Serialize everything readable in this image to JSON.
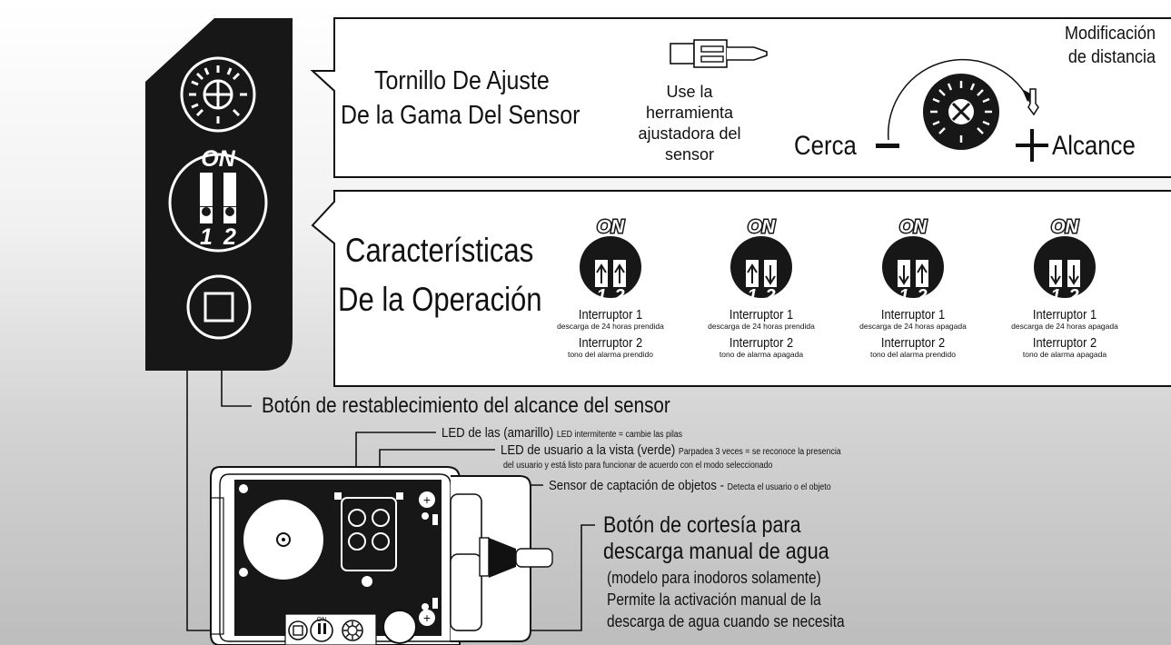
{
  "range_panel": {
    "title_line1": "Tornillo De Ajuste",
    "title_line2": "De la Gama Del Sensor",
    "tool_text": [
      "Use la",
      "herramienta",
      "ajustadora del",
      "sensor"
    ],
    "modification_line1": "Modificación",
    "modification_line2": "de distancia",
    "near_label": "Cerca",
    "far_label": "Alcance"
  },
  "operation_panel": {
    "title_line1": "Características",
    "title_line2": "De la Operación",
    "switch_on_label": "ON",
    "switch_numbers": [
      "1",
      "2"
    ],
    "settings": [
      {
        "switch1": "up",
        "switch2": "up",
        "s1_title": "Interruptor 1",
        "s1_desc": "descarga de 24 horas prendida",
        "s2_title": "Interruptor 2",
        "s2_desc": "tono del alarma prendido"
      },
      {
        "switch1": "up",
        "switch2": "down",
        "s1_title": "Interruptor 1",
        "s1_desc": "descarga de 24 horas prendida",
        "s2_title": "Interruptor 2",
        "s2_desc": "tono de alarma apagada"
      },
      {
        "switch1": "down",
        "switch2": "up",
        "s1_title": "Interruptor 1",
        "s1_desc": "descarga de  24 horas apagada",
        "s2_title": "Interruptor 2",
        "s2_desc": "tono del alarma prendido"
      },
      {
        "switch1": "down",
        "switch2": "down",
        "s1_title": "Interruptor 1",
        "s1_desc": "descarga de  24 horas apagada",
        "s2_title": "Interruptor 2",
        "s2_desc": "tono de alarma apagada"
      }
    ]
  },
  "side_panel": {
    "on_label": "ON",
    "numbers": [
      "1",
      "2"
    ]
  },
  "device": {
    "on_label": "ON"
  },
  "callouts": {
    "reset_button": "Botón de restablecimiento del alcance del sensor",
    "battery_led_main": "LED de las (amarillo)",
    "battery_led_note": "LED intermitente = cambie las pilas",
    "user_led_main": "LED de usuario a la vista (verde)",
    "user_led_note1": "Parpadea 3 veces = se reconoce la presencia",
    "user_led_note2": "del usuario y está listo para funcionar de acuerdo con el modo seleccionado",
    "sensor_main": "Sensor de captación de objetos -",
    "sensor_note": "Detecta el usuario o el objeto",
    "courtesy_line1": "Botón de cortesía para",
    "courtesy_line2": "descarga manual de agua",
    "courtesy_line3": "(modelo para inodoros solamente)",
    "courtesy_line4": "Permite la activación manual de la",
    "courtesy_line5": "descarga de agua cuando se necesita"
  }
}
